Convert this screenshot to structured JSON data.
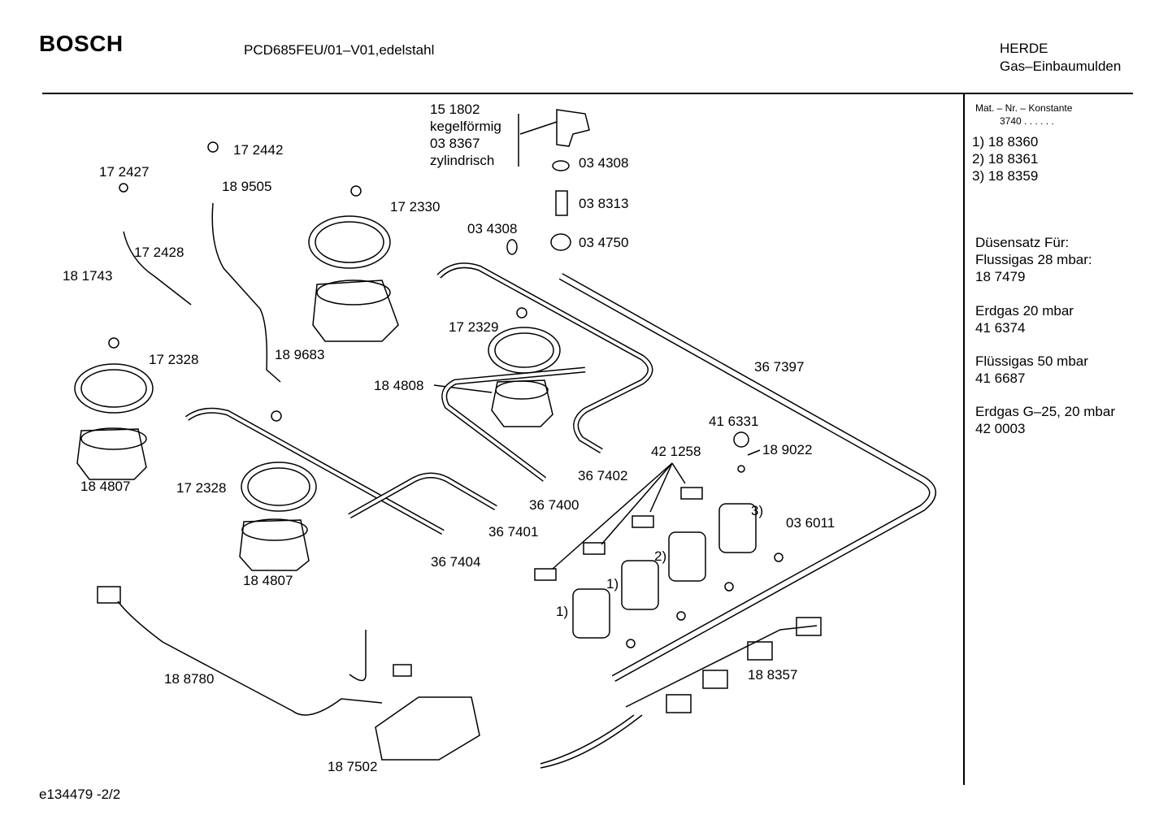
{
  "header": {
    "brand": "BOSCH",
    "model": "PCD685FEU/01–V01,edelstahl",
    "category_line1": "HERDE",
    "category_line2": "Gas–Einbaumulden"
  },
  "side_panel": {
    "mat_title": "Mat. – Nr. – Konstante",
    "mat_value": "3740  .  .  .  .  .  .",
    "variants": [
      "1)  18 8360",
      "2)  18 8361",
      "3)  18 8359"
    ],
    "nozzle_title_1": "Düsensatz Für:",
    "nozzle_title_2": "Flussigas 28 mbar:",
    "nozzle_title_3": "18 7479",
    "gas_blocks": [
      {
        "name": "Erdgas 20 mbar",
        "code": "41 6374"
      },
      {
        "name": "Flüssigas 50 mbar",
        "code": "41 6687"
      },
      {
        "name": "Erdgas G–25, 20 mbar",
        "code": "42 0003"
      }
    ]
  },
  "part_labels": {
    "p151802": "15 1802",
    "kegel": "kegelförmig",
    "p038367": "03 8367",
    "zyl": "zylindrisch",
    "p034308a": "03 4308",
    "p038313": "03 8313",
    "p034750": "03 4750",
    "p034308b": "03 4308",
    "p172442": "17 2442",
    "p189505": "18 9505",
    "p172427": "17 2427",
    "p172428": "17 2428",
    "p181743": "18 1743",
    "p172330": "17 2330",
    "p189683": "18 9683",
    "p172329": "17 2329",
    "p184808": "18 4808",
    "p367397": "36 7397",
    "p172328a": "17 2328",
    "p184807a": "18 4807",
    "p172328b": "17 2328",
    "p184807b": "18 4807",
    "p367402": "36 7402",
    "p367400": "36 7400",
    "p367401": "36 7401",
    "p367404": "36 7404",
    "p416331": "41 6331",
    "p189022": "18 9022",
    "p421258": "42 1258",
    "p036011": "03 6011",
    "v3": "3)",
    "v2": "2)",
    "v1a": "1)",
    "v1b": "1)",
    "p188780": "18 8780",
    "p188357": "18 8357",
    "p187502": "18 7502"
  },
  "footer": {
    "doc_id": "e134479   -2/2"
  }
}
